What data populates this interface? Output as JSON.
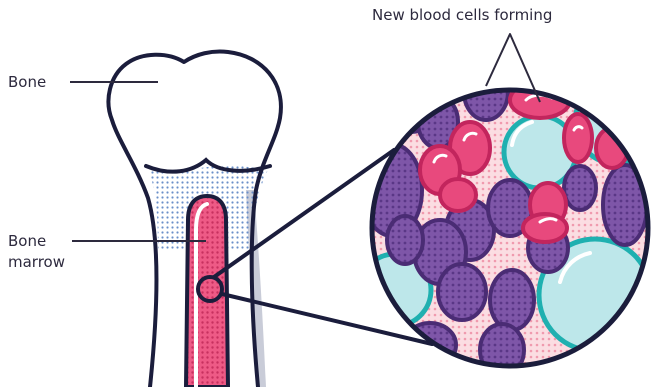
{
  "labels": {
    "bone": "Bone",
    "marrow_line1": "Bone",
    "marrow_line2": "marrow",
    "cells": "New blood cells forming"
  },
  "colors": {
    "outline": "#1b1d3c",
    "marrow": "#ee5a86",
    "marrow_dots": "#c7305f",
    "spongy_dots": "#6a8fc9",
    "purple_cell": "#7e56a8",
    "purple_cell_dark": "#5a3786",
    "red_cell": "#e8497d",
    "red_cell_light": "#f7a9c1",
    "cyan_cell": "#bde7ea",
    "cyan_cell_rim": "#1fb0b0",
    "background_pink": "#f5c6cf"
  }
}
